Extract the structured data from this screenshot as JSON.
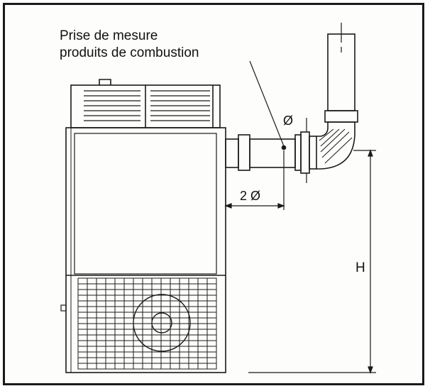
{
  "callout": {
    "line1": "Prise de mesure",
    "line2": "produits de combustion"
  },
  "dimensions": {
    "diameter": "Ø",
    "two_diameters": "2 Ø",
    "height": "H"
  },
  "colors": {
    "line": "#1a1a1a",
    "background": "#fdfdfb"
  }
}
